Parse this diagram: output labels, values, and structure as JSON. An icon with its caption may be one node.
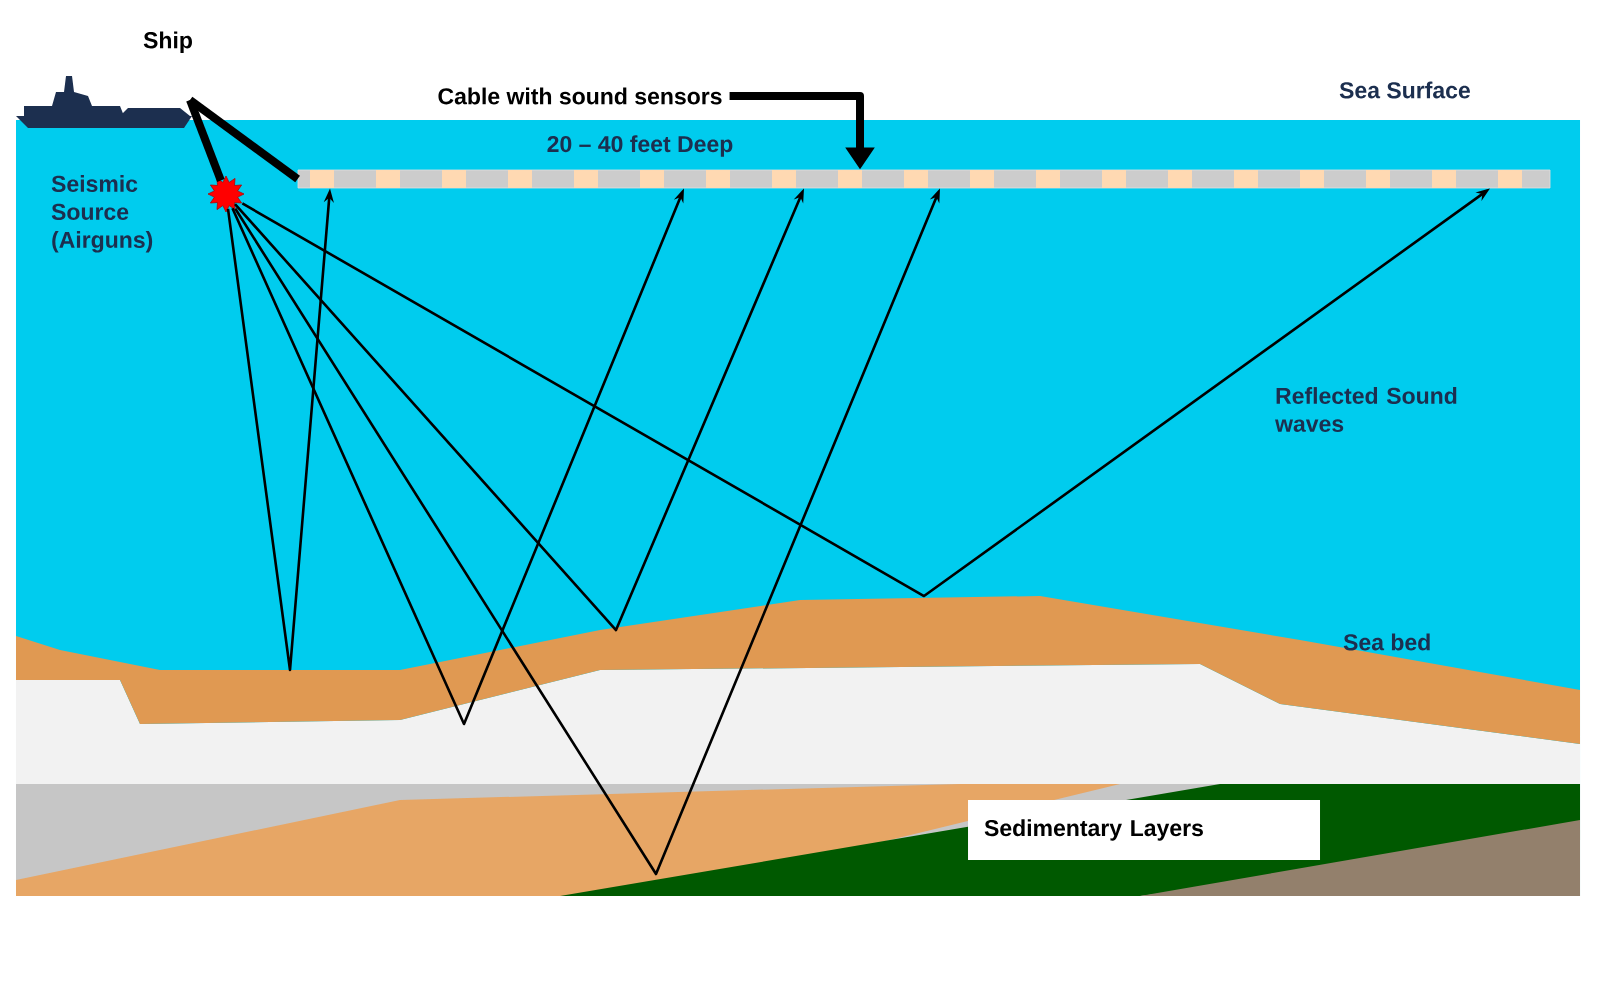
{
  "diagram": {
    "nodes": [
      {
        "text": [],
        "shape": "picture",
        "beside": [
          "Ship"
        ]
      },
      {
        "text": [],
        "shape": "star",
        "beside": [
          "Seismic Source (Airguns)"
        ]
      },
      {
        "text": [],
        "shape": "bar",
        "beside": [
          "20 – 40 feet Deep"
        ]
      },
      {
        "text": [
          "Cable with sound sensors"
        ]
      },
      {
        "text": [
          "Sedimentary Layers"
        ]
      }
    ],
    "edges": [
      {
        "from": 0,
        "to": 2,
        "arrow": "none",
        "style": "thick"
      },
      {
        "from": 0,
        "to": 1,
        "arrow": "none",
        "style": "thick"
      },
      {
        "from": 3,
        "to": 2,
        "arrow": "to",
        "style": "thick"
      },
      {
        "from": 1,
        "to": 2,
        "arrow": "to"
      },
      {
        "from": 1,
        "to": 2,
        "arrow": "to"
      },
      {
        "from": 1,
        "to": 2,
        "arrow": "to"
      },
      {
        "from": 1,
        "to": 2,
        "arrow": "to"
      },
      {
        "from": 1,
        "to": 2,
        "arrow": "to"
      }
    ],
    "labels": [
      "Sea Surface",
      "Reflected Sound waves",
      "Sea bed"
    ]
  }
}
